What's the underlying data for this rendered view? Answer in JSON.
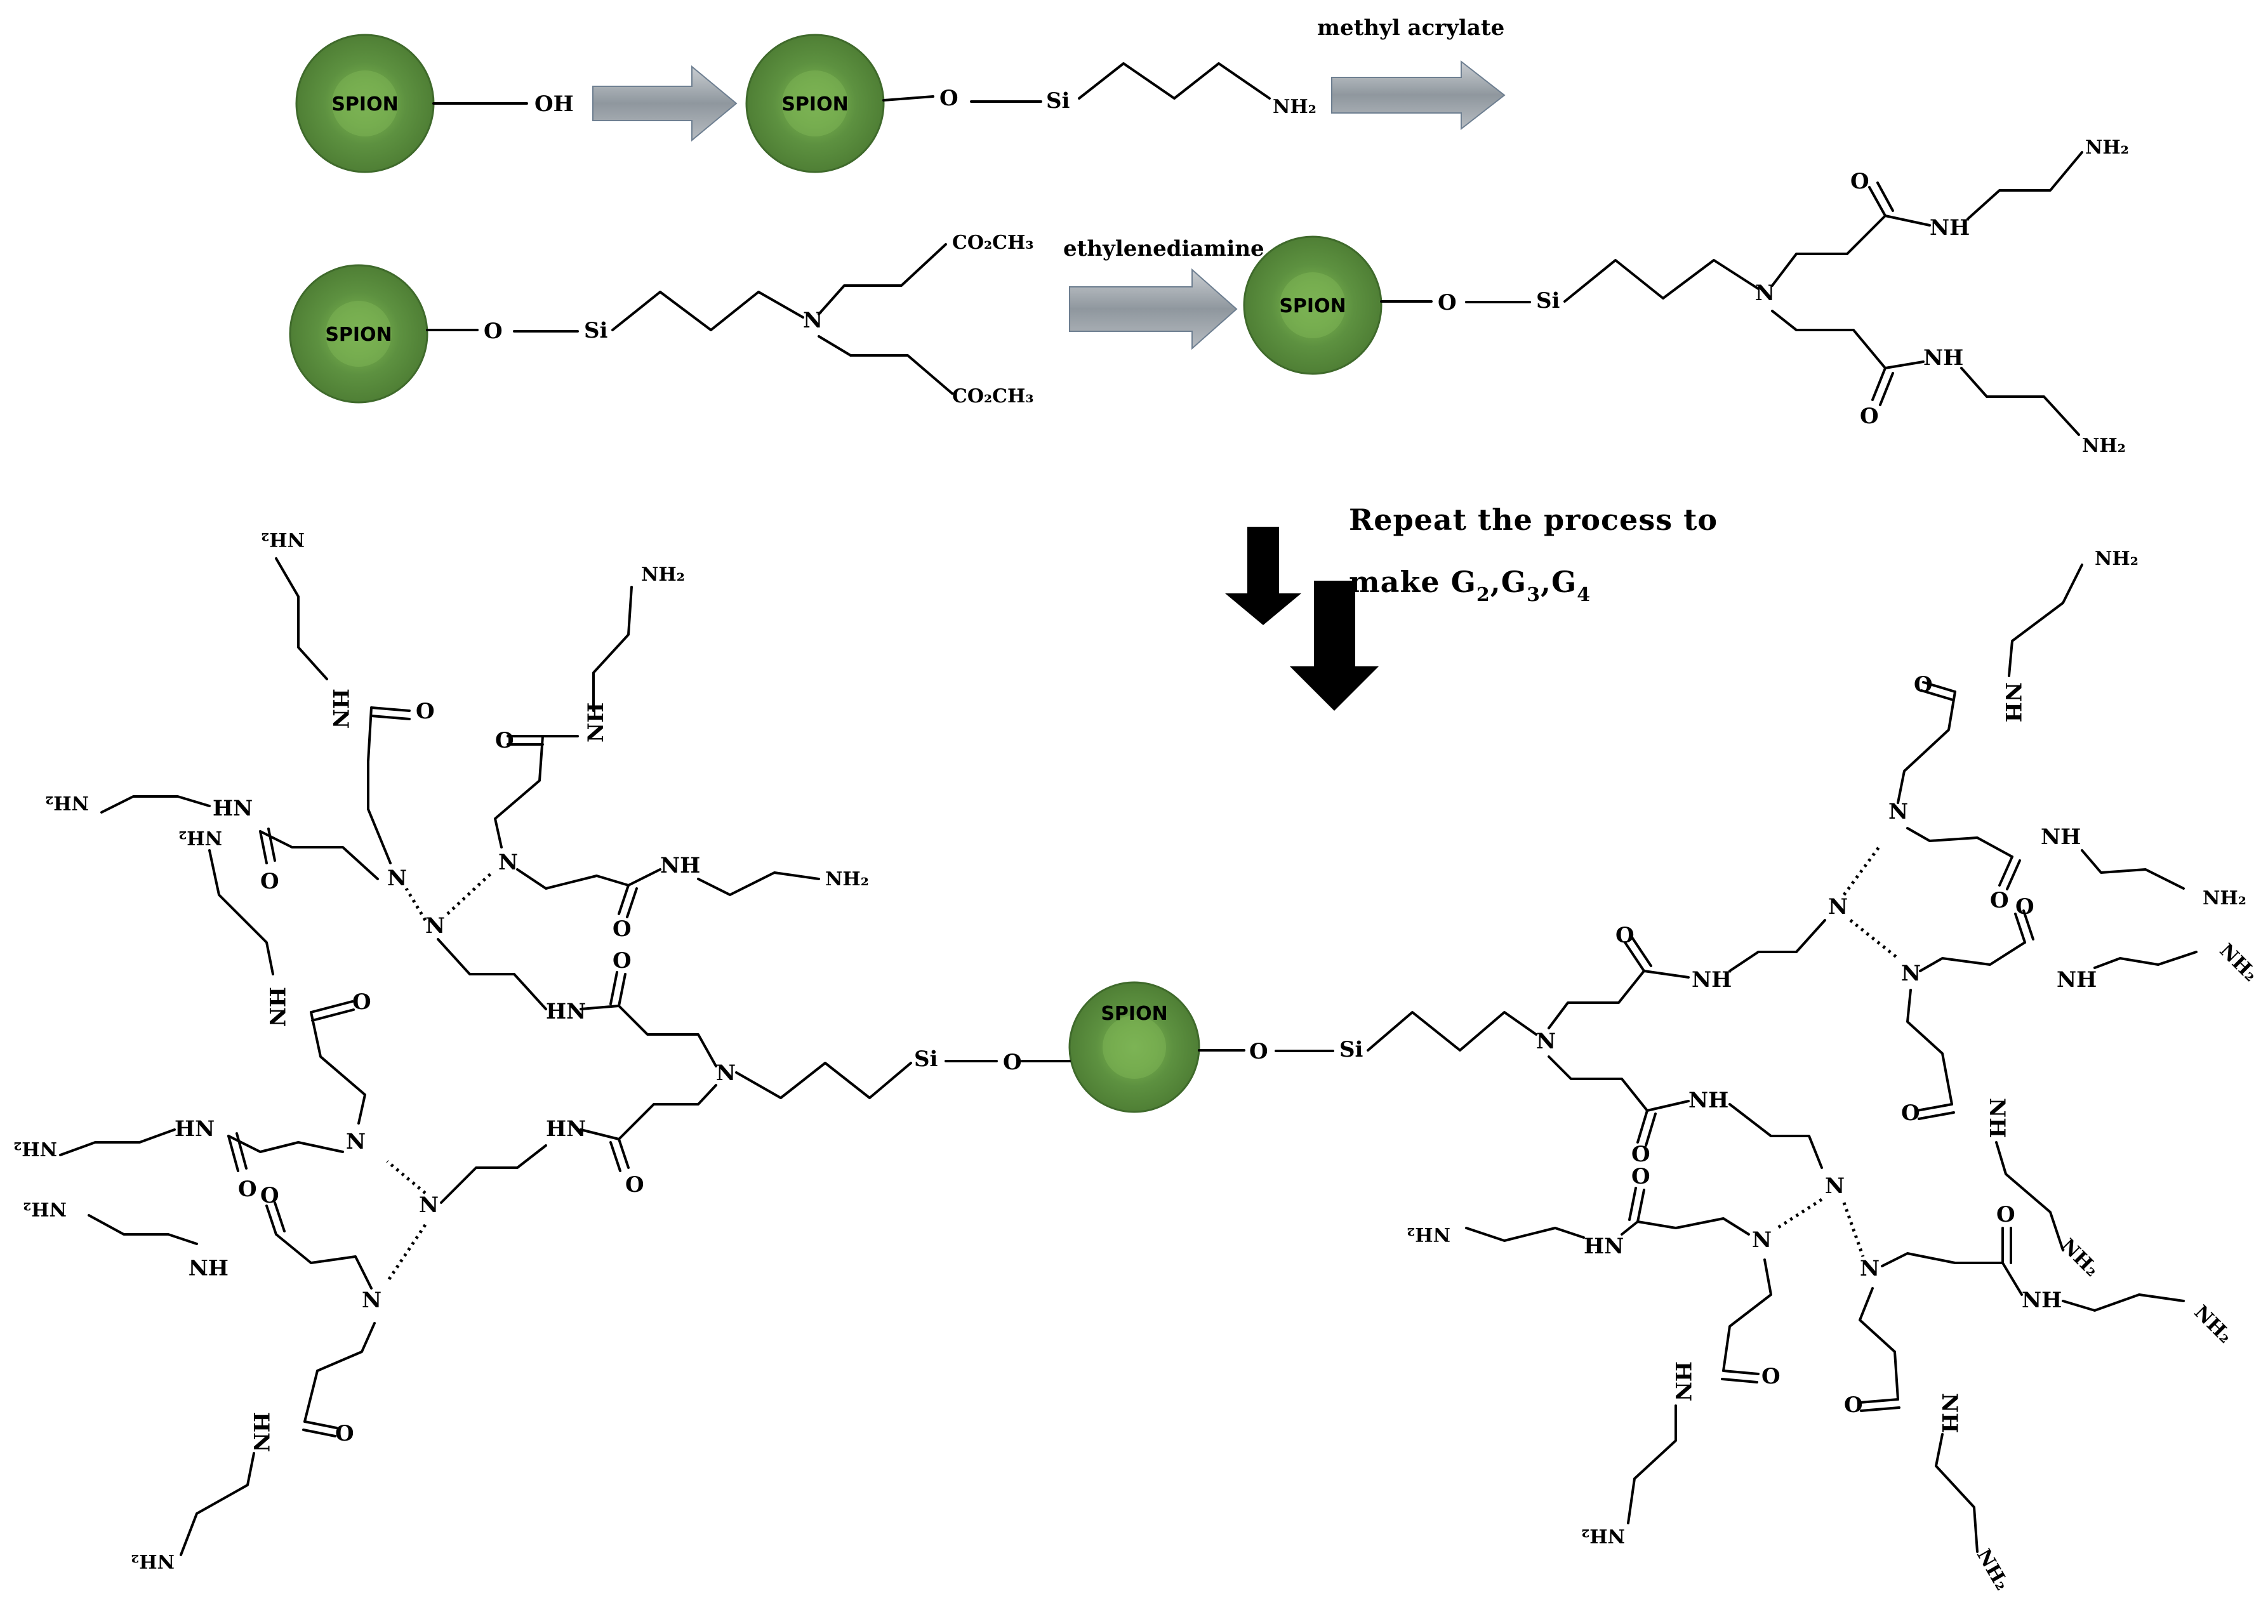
{
  "reagents": {
    "step2": "methyl acrylate",
    "step3": "ethylenediamine",
    "repeat_line1": "Repeat the process to",
    "repeat_line2_prefix": "make G",
    "repeat_sub": [
      "2",
      "3",
      "4"
    ]
  },
  "labels": {
    "core": "SPION",
    "oh": "OH",
    "o": "O",
    "si": "Si",
    "n": "N",
    "nh": "NH",
    "hn": "HN",
    "nh2": "NH₂",
    "o_carbonyl": "O",
    "ester": "CO₂CH₃"
  },
  "colors": {
    "core_outer": "#5a8f3c",
    "core_inner": "#7db556",
    "process_arrow": "#9aa3ab",
    "down_arrow": "#000000"
  }
}
